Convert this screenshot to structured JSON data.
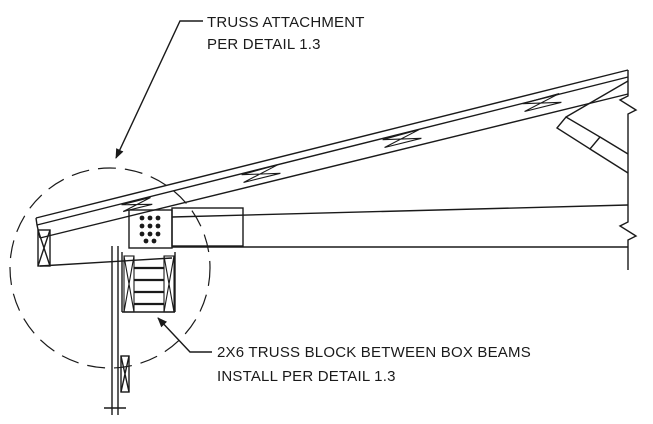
{
  "callouts": {
    "top": {
      "line1": "TRUSS ATTACHMENT",
      "line2": "PER DETAIL 1.3"
    },
    "bottom": {
      "line1": "2X6 TRUSS BLOCK BETWEEN BOX BEAMS",
      "line2": "INSTALL PER DETAIL 1.3"
    }
  },
  "colors": {
    "ink": "#1a1a1a",
    "background": "#ffffff"
  }
}
